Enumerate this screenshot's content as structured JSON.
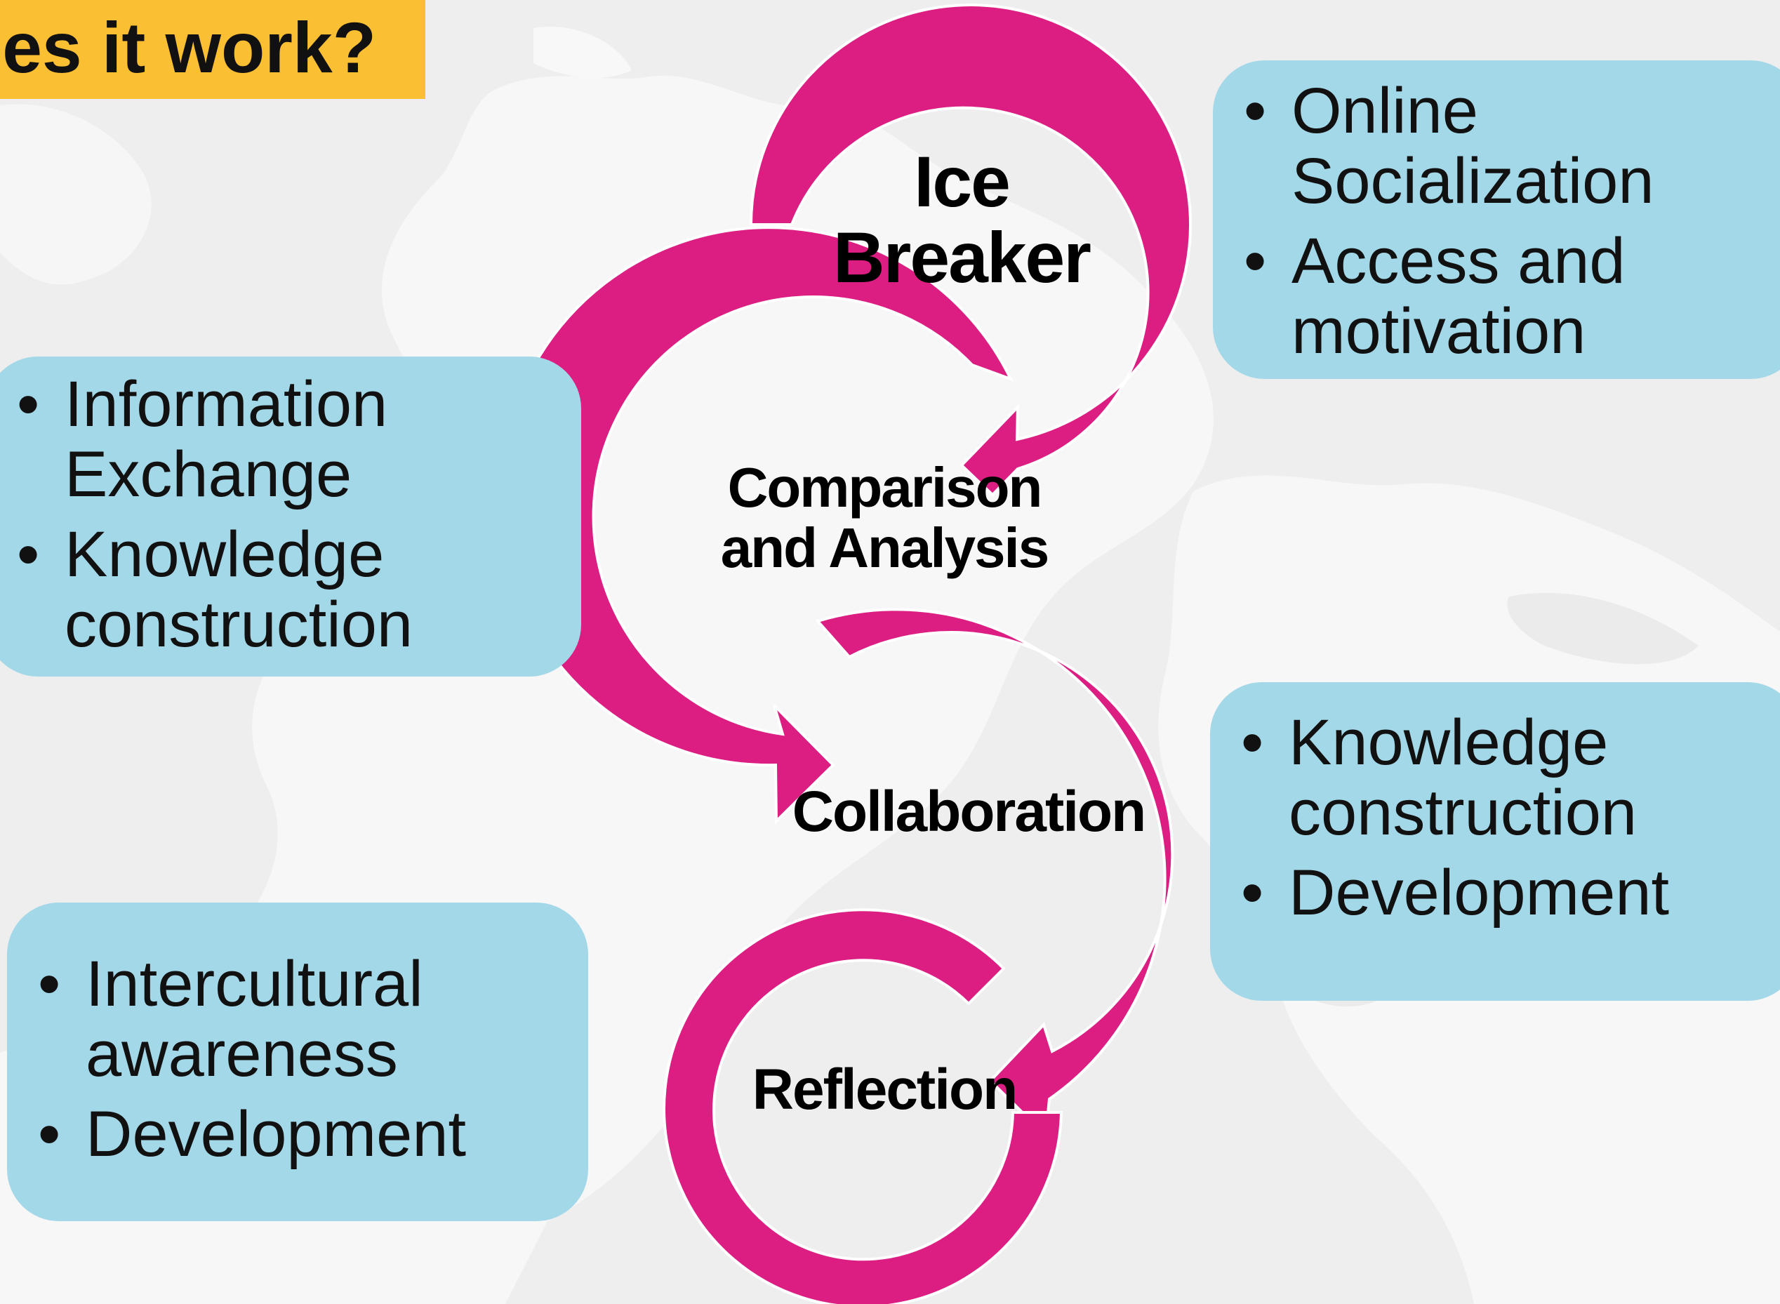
{
  "title": "es it work?",
  "colors": {
    "banner": "#fbbf33",
    "arrow": "#dc1e82",
    "box": "#a3d8e8",
    "background": "#f1f1f1"
  },
  "stages": [
    {
      "label_line1": "Ice",
      "label_line2": "Breaker"
    },
    {
      "label_line1": "Comparison",
      "label_line2": "and Analysis"
    },
    {
      "label_line1": "Collaboration",
      "label_line2": ""
    },
    {
      "label_line1": "Reflection",
      "label_line2": ""
    }
  ],
  "boxes": {
    "ice_breaker": {
      "items": [
        "Online Socialization",
        "Access and motivation"
      ]
    },
    "comparison": {
      "items": [
        "Information Exchange",
        "Knowledge construction"
      ]
    },
    "collaboration": {
      "items": [
        "Knowledge construction",
        "Development"
      ]
    },
    "reflection": {
      "items": [
        "Intercultural awareness",
        "Development"
      ]
    }
  }
}
